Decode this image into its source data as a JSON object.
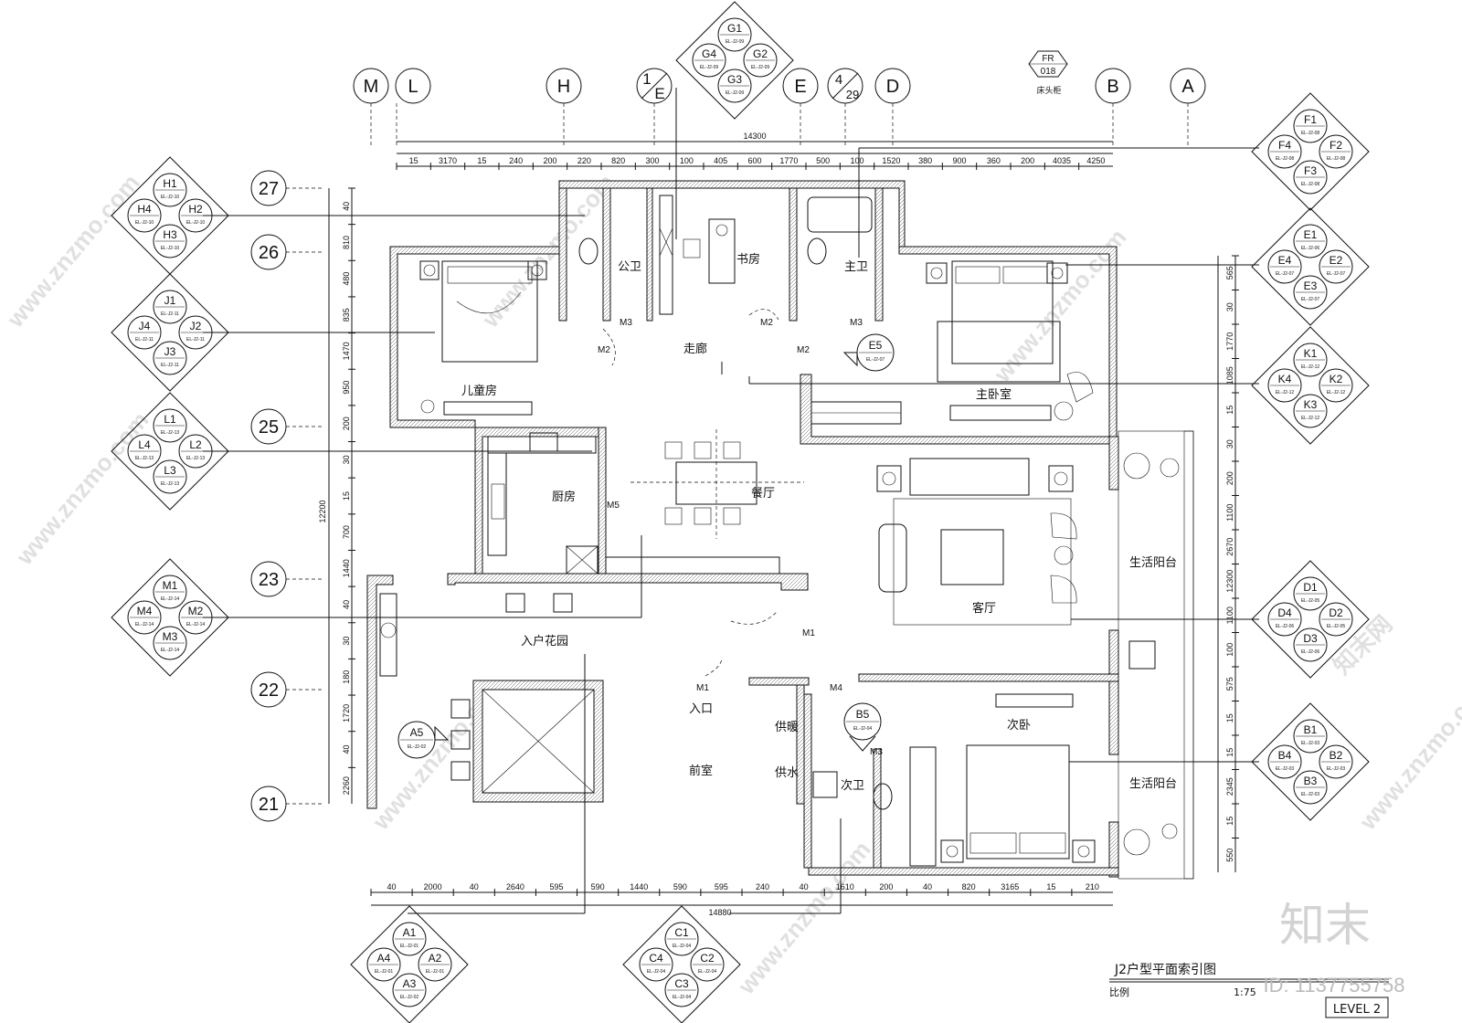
{
  "grid": {
    "columns": [
      "M",
      "L",
      "H",
      "E",
      "D",
      "B",
      "A"
    ],
    "column_fraction": {
      "num": "1",
      "den": "E"
    },
    "column_fraction2": {
      "num": "4",
      "den": "29"
    },
    "rows": [
      "27",
      "26",
      "25",
      "23",
      "22",
      "21"
    ]
  },
  "fr_tag": {
    "top": "FR",
    "bottom": "018",
    "label": "床头柜"
  },
  "rooms": {
    "public_bath": "公卫",
    "study": "书房",
    "master_bath": "主卫",
    "children_room": "儿童房",
    "corridor": "走廊",
    "master_bedroom": "主卧室",
    "kitchen": "厨房",
    "dining": "餐厅",
    "living": "客厅",
    "balcony_upper": "生活阳台",
    "entry_garden": "入户花园",
    "entrance": "入口",
    "front_hall": "前室",
    "heating": "供暖",
    "water": "供水",
    "second_bath": "次卫",
    "second_bedroom": "次卧",
    "balcony_lower": "生活阳台"
  },
  "doors": [
    "M3",
    "M2",
    "M2",
    "M3",
    "M2",
    "M5",
    "M1",
    "M1",
    "M4",
    "M3"
  ],
  "index_tags": [
    {
      "id": "G",
      "labels": [
        "G1",
        "G2",
        "G3",
        "G4"
      ],
      "refs": [
        "EL-J2-09",
        "EL-J2-09",
        "EL-J2-09",
        "EL-J2-09"
      ]
    },
    {
      "id": "F",
      "labels": [
        "F1",
        "F2",
        "F3",
        "F4"
      ],
      "refs": [
        "EL-J2-08",
        "EL-J2-08",
        "EL-J2-08",
        "EL-J2-08"
      ]
    },
    {
      "id": "E",
      "labels": [
        "E1",
        "E2",
        "E3",
        "E4"
      ],
      "refs": [
        "EL-J2-06",
        "EL-J2-07",
        "EL-J2-07",
        "EL-J2-07"
      ]
    },
    {
      "id": "K",
      "labels": [
        "K1",
        "K2",
        "K3",
        "K4"
      ],
      "refs": [
        "EL-J2-12",
        "EL-J2-12",
        "EL-J2-12",
        "EL-J2-12"
      ]
    },
    {
      "id": "D",
      "labels": [
        "D1",
        "D2",
        "D3",
        "D4"
      ],
      "refs": [
        "EL-J2-05",
        "EL-J2-05",
        "EL-J2-06",
        "EL-J2-06"
      ]
    },
    {
      "id": "B",
      "labels": [
        "B1",
        "B2",
        "B3",
        "B4"
      ],
      "refs": [
        "EL-J2-03",
        "EL-J2-03",
        "EL-J2-03",
        "EL-J2-03"
      ]
    },
    {
      "id": "H",
      "labels": [
        "H1",
        "H2",
        "H3",
        "H4"
      ],
      "refs": [
        "EL-J2-10",
        "EL-J2-10",
        "EL-J2-10",
        "EL-J2-10"
      ]
    },
    {
      "id": "J",
      "labels": [
        "J1",
        "J2",
        "J3",
        "J4"
      ],
      "refs": [
        "EL-J2-11",
        "EL-J2-11",
        "EL-J2-11",
        "EL-J2-11"
      ]
    },
    {
      "id": "L",
      "labels": [
        "L1",
        "L2",
        "L3",
        "L4"
      ],
      "refs": [
        "EL-J2-13",
        "EL-J2-13",
        "EL-J2-13",
        "EL-J2-13"
      ]
    },
    {
      "id": "M",
      "labels": [
        "M1",
        "M2",
        "M3",
        "M4"
      ],
      "refs": [
        "EL-J2-14",
        "EL-J2-14",
        "EL-J2-14",
        "EL-J2-14"
      ]
    },
    {
      "id": "A",
      "labels": [
        "A1",
        "A2",
        "A3",
        "A4"
      ],
      "refs": [
        "EL-J2-01",
        "EL-J2-01",
        "EL-J2-02",
        "EL-J2-01"
      ]
    },
    {
      "id": "C",
      "labels": [
        "C1",
        "C2",
        "C3",
        "C4"
      ],
      "refs": [
        "EL-J2-04",
        "EL-J2-04",
        "EL-J2-04",
        "EL-J2-04"
      ]
    }
  ],
  "single_tags": [
    {
      "label": "E5",
      "ref": "EL-J2-07"
    },
    {
      "label": "B5",
      "ref": "EL-J2-04"
    },
    {
      "label": "A5",
      "ref": "EL-J2-02"
    }
  ],
  "dims_top_total": "14300",
  "dims_top": [
    "15",
    "3170",
    "15",
    "240",
    "200",
    "220",
    "820",
    "300",
    "100",
    "405",
    "600",
    "1770",
    "500",
    "100",
    "1520",
    "380",
    "900",
    "360",
    "200",
    "4035",
    "4250"
  ],
  "dims_left": [
    "40",
    "810",
    "480",
    "835",
    "1470",
    "950",
    "200",
    "30",
    "15",
    "700",
    "1440",
    "40",
    "30",
    "180",
    "1720",
    "40",
    "2260"
  ],
  "dims_left_total": "12200",
  "dims_right": [
    "565",
    "30",
    "1770",
    "1085",
    "15",
    "30",
    "200",
    "1100",
    "2670",
    "12300",
    "1100",
    "100",
    "575",
    "15",
    "15",
    "2345",
    "15",
    "550"
  ],
  "dims_bottom": [
    "40",
    "2000",
    "40",
    "2640",
    "595",
    "590",
    "1440",
    "590",
    "595",
    "240",
    "40",
    "1610",
    "200",
    "40",
    "820",
    "3165",
    "15",
    "210"
  ],
  "dims_bottom_total": "14880",
  "title": {
    "name": "J2户型平面索引图",
    "scale_label": "比例",
    "scale": "1:75",
    "level": "LEVEL 2"
  },
  "watermark": {
    "site": "www.znzmo.com",
    "brand": "知末网",
    "logo": "知末",
    "id": "ID: 1137755758"
  }
}
